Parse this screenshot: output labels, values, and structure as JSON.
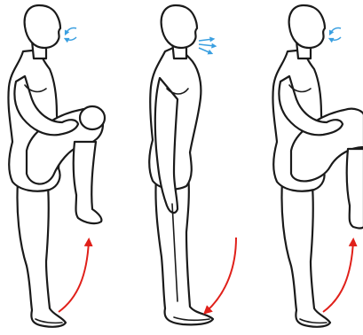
{
  "colors": {
    "background": "#ffffff",
    "figure_outline": "#1a1a1a",
    "movement_arrow": "#e0201a",
    "breath_arrow": "#3a9fe0"
  },
  "panels": [
    {
      "pose": "standing-knee-raised",
      "breath": "inhale",
      "breath_icon": "breath-inhale-icon",
      "movement": "leg-up",
      "movement_icon": "curved-arrow-up-icon"
    },
    {
      "pose": "standing-upright",
      "breath": "exhale",
      "breath_icon": "breath-exhale-icon",
      "movement": "leg-down",
      "movement_icon": "curved-arrow-down-icon"
    },
    {
      "pose": "standing-knee-raised",
      "breath": "inhale",
      "breath_icon": "breath-inhale-icon",
      "movement": "leg-up",
      "movement_icon": "curved-arrow-up-icon"
    }
  ]
}
